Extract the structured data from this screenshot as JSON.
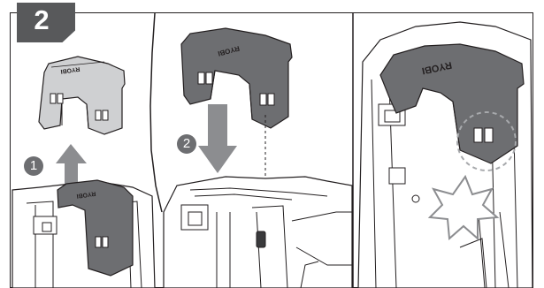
{
  "step": {
    "number": "2"
  },
  "sub_steps": [
    {
      "number": "1",
      "action": "remove clip (arrow up)"
    },
    {
      "number": "2",
      "action": "install clip (arrow down)"
    }
  ],
  "clip_brand": "RYOBI",
  "colors": {
    "badge": "#58595b",
    "step_circle": "#6d6e71",
    "clip_dark": "#6d6e71",
    "clip_light": "#cfd0d2",
    "arrow": "#8c8d90",
    "line": "#231f20",
    "background": "#ffffff"
  }
}
